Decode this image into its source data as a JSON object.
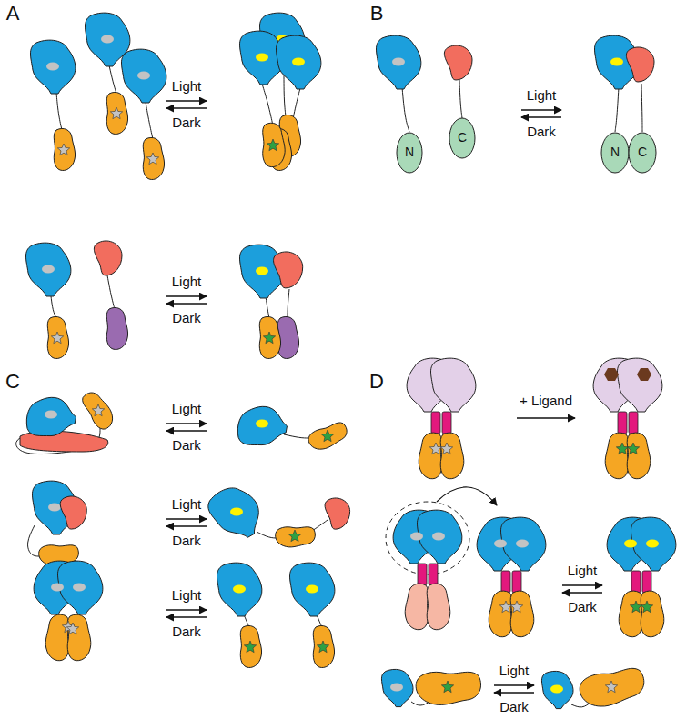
{
  "diagram": {
    "labels": [
      "A",
      "Light",
      "Dark",
      "Light",
      "Dark",
      "B",
      "N",
      "C",
      "Light",
      "Dark",
      "N",
      "C",
      "C",
      "Light",
      "Dark",
      "Light",
      "Dark",
      "Light",
      "Dark",
      "D",
      "+ Ligand",
      "Light",
      "Dark",
      "Light",
      "Dark"
    ]
  }
}
